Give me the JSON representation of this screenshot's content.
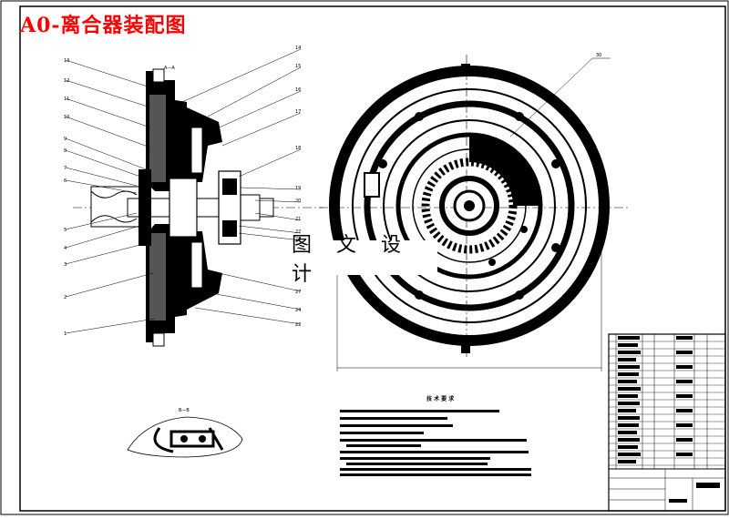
{
  "title": "A0-离合器装配图",
  "watermark": "图 文 设 计",
  "callouts_left": [
    "13",
    "12",
    "11",
    "10",
    "9",
    "8",
    "7",
    "6",
    "5",
    "4",
    "3",
    "2",
    "1"
  ],
  "callouts_right": [
    "14",
    "15",
    "16",
    "17",
    "18",
    "19",
    "20",
    "21",
    "22",
    "23",
    "27",
    "24",
    "22"
  ],
  "section_label_top": "A—A",
  "section_label_bottom": "B—B",
  "part_callout_right_view": "30",
  "notes_heading": "技 术 要 求"
}
